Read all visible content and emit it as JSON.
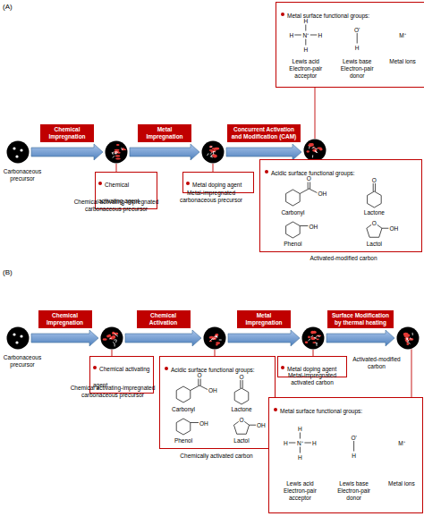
{
  "diagram": {
    "nodes": [
      {
        "text": [
          "Carbonaceous precursor"
        ]
      },
      {
        "text": [
          "Chemical activating-impregnated carbonaceous precursor"
        ]
      },
      {
        "text": [
          "Chemical activating agent"
        ]
      },
      {
        "text": [
          "Metal-impregnated carbonaceous precursor"
        ]
      },
      {
        "text": [
          "Metal doping agent"
        ]
      },
      {
        "text": [
          "Activated-modified carbon"
        ]
      },
      {
        "text": [
          "Metal surface functional groups:",
          "Lewis acid Electron-pair acceptor",
          "Lewis base Electron-pair donor",
          "Metal ions"
        ]
      },
      {
        "text": [
          "Acidic surface functional groups:",
          "Carbonyl",
          "Lactone",
          "Phenol",
          "Lactol"
        ]
      },
      {
        "text": [
          "Carbonaceous precursor"
        ]
      },
      {
        "text": [
          "Chemical activating-impregnated carbonaceous precursor"
        ]
      },
      {
        "text": [
          "Chemical activating agent"
        ]
      },
      {
        "text": [
          "Chemically activated carbon"
        ]
      },
      {
        "text": [
          "Acidic surface functional groups:",
          "Carbonyl",
          "Lactone",
          "Phenol",
          "Lactol"
        ]
      },
      {
        "text": [
          "Metal-impregnated activated carbon"
        ]
      },
      {
        "text": [
          "Metal doping agent"
        ]
      },
      {
        "text": [
          "Activated-modified carbon"
        ]
      },
      {
        "text": [
          "Metal surface functional groups:",
          "Lewis acid Electron-pair acceptor",
          "Lewis base Electron-pair donor",
          "Metal ions"
        ]
      }
    ],
    "edges": [
      {
        "from": 0,
        "to": 1,
        "arrow": "to",
        "label": "Chemical Impregnation"
      },
      {
        "from": 1,
        "to": 3,
        "arrow": "to",
        "label": "Metal Impregnation"
      },
      {
        "from": 3,
        "to": 5,
        "arrow": "to",
        "label": "Concurrent Activation and Modification (CAM)"
      },
      {
        "from": 1,
        "to": 2,
        "arrow": "none"
      },
      {
        "from": 3,
        "to": 4,
        "arrow": "none"
      },
      {
        "from": 5,
        "to": 6,
        "arrow": "none"
      },
      {
        "from": 5,
        "to": 7,
        "arrow": "none"
      },
      {
        "from": 8,
        "to": 9,
        "arrow": "to",
        "label": "Chemical Impregnation"
      },
      {
        "from": 9,
        "to": 11,
        "arrow": "to",
        "label": "Chemical Activation"
      },
      {
        "from": 11,
        "to": 13,
        "arrow": "to",
        "label": "Metal Impregnation"
      },
      {
        "from": 13,
        "to": 15,
        "arrow": "to",
        "label": "Surface Modification by thermal heating"
      },
      {
        "from": 9,
        "to": 10,
        "arrow": "none"
      },
      {
        "from": 11,
        "to": 12,
        "arrow": "none"
      },
      {
        "from": 13,
        "to": 14,
        "arrow": "none"
      },
      {
        "from": 15,
        "to": 16,
        "arrow": "none"
      }
    ],
    "labels": [
      "(A)",
      "H",
      "H",
      "N⁺",
      "H",
      "H",
      "O'",
      "H",
      "M⁺",
      "O",
      "OH",
      "O",
      "OH",
      "O",
      "OH",
      "(B)",
      "O",
      "OH",
      "O",
      "OH",
      "O",
      "OH",
      "H",
      "H",
      "N⁺",
      "H",
      "H",
      "O'",
      "H",
      "M⁺"
    ]
  }
}
